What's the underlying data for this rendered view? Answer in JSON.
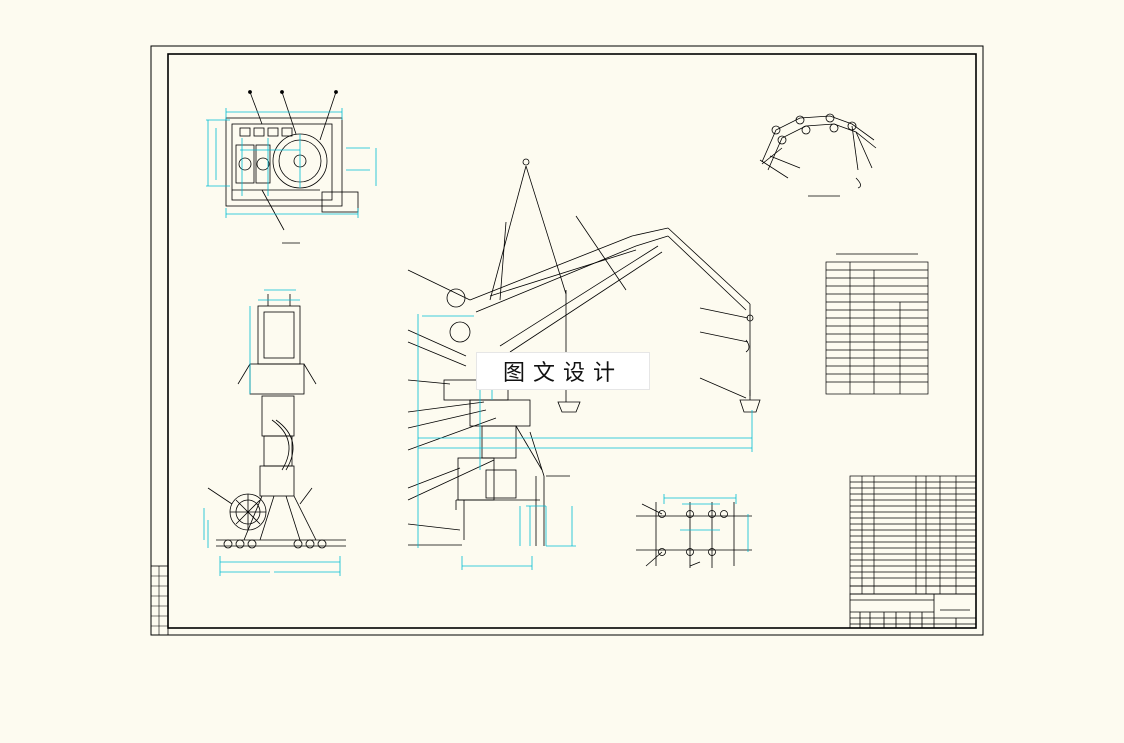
{
  "watermark": {
    "text": "图文设计"
  },
  "colors": {
    "background": "#fdfbf0",
    "line": "#000000",
    "dimension": "#00bcd4"
  },
  "views": [
    "plan-view",
    "side-elevation-view",
    "front-elevation-view",
    "luffing-system-view",
    "rail-detail-view",
    "parameter-table",
    "parts-list",
    "title-block"
  ]
}
